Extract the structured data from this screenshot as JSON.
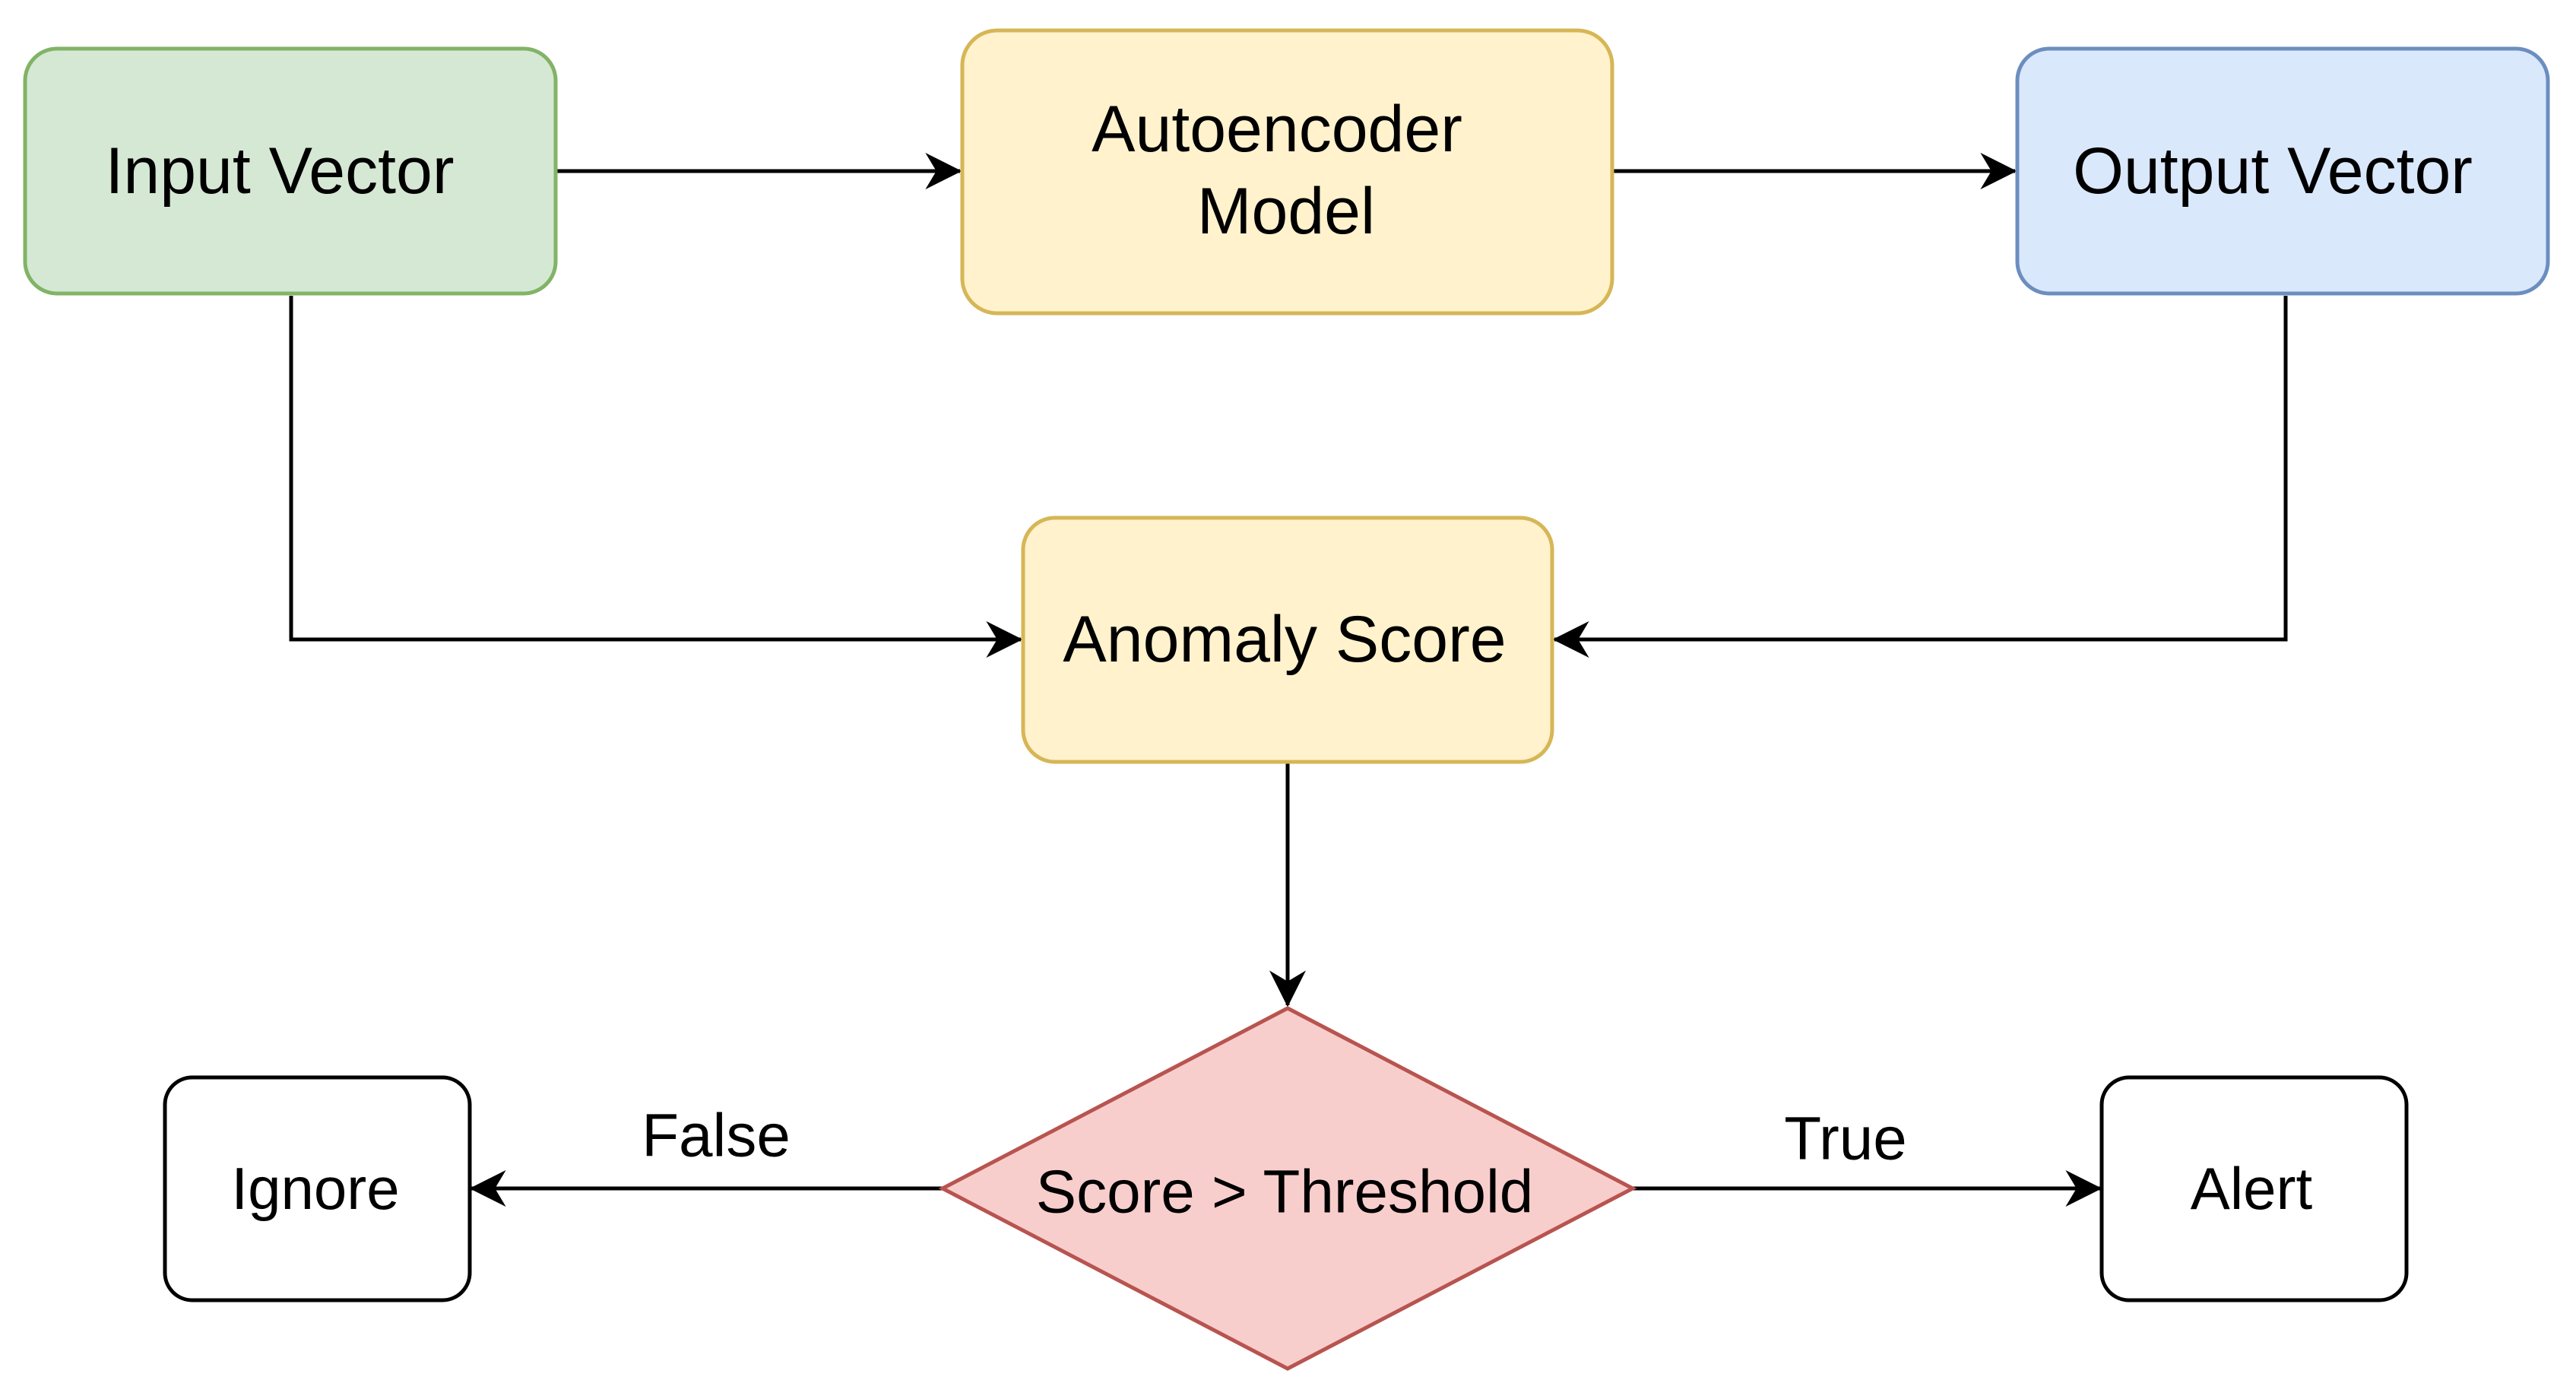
{
  "nodes": {
    "input_vector": {
      "label": "Input Vector"
    },
    "autoencoder_model": {
      "line1": "Autoencoder",
      "line2": "Model"
    },
    "output_vector": {
      "label": "Output Vector"
    },
    "anomaly_score": {
      "label": "Anomaly Score"
    },
    "decision": {
      "label": "Score > Threshold"
    },
    "ignore": {
      "label": "Ignore"
    },
    "alert": {
      "label": "Alert"
    }
  },
  "edges": {
    "false_label": "False",
    "true_label": "True"
  },
  "colors": {
    "green_fill": "#d5e8d4",
    "green_stroke": "#82b366",
    "yellow_fill": "#fff2cc",
    "yellow_stroke": "#d6b656",
    "blue_fill": "#dae8fc",
    "blue_stroke": "#6c8ebf",
    "red_fill": "#f8cecc",
    "red_stroke": "#b85450",
    "white_fill": "#ffffff",
    "black_stroke": "#000000"
  }
}
